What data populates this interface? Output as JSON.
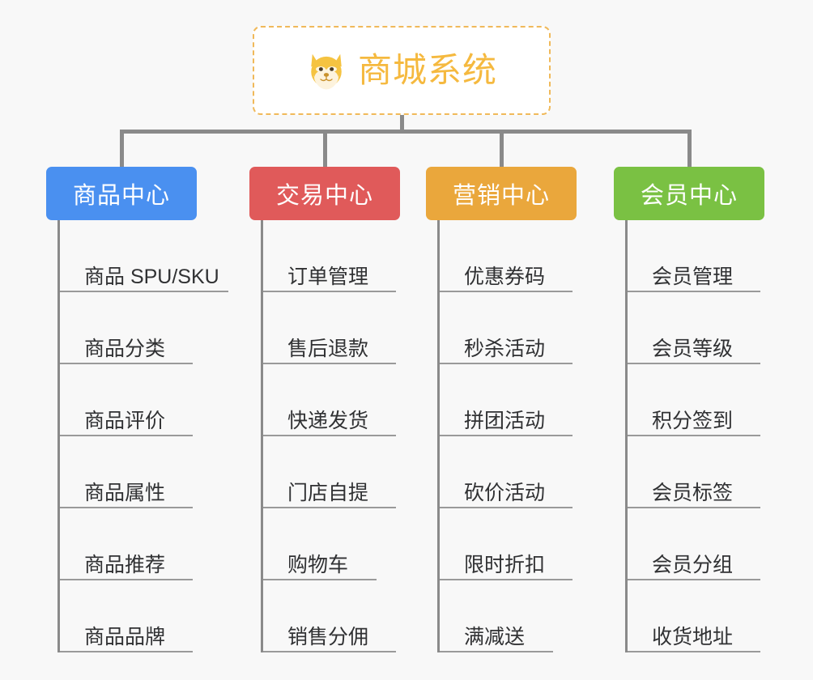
{
  "canvas": {
    "background": "#f8f8f8",
    "connector_color": "#8a8a8a",
    "leaf_text_color": "#303133",
    "leaf_rule_color": "#9a9a9a"
  },
  "root": {
    "title": "商城系统",
    "icon": "shiba-dog-face-icon",
    "border_color": "#f0b95a",
    "text_color": "#f5b93f",
    "background": "#ffffff"
  },
  "columns": [
    {
      "id": "product-center",
      "label": "商品中心",
      "color": "#4a90f0",
      "items": [
        {
          "label": "商品 SPU/SKU",
          "underline_width": 208
        },
        {
          "label": "商品分类",
          "underline_width": 164
        },
        {
          "label": "商品评价",
          "underline_width": 164
        },
        {
          "label": "商品属性",
          "underline_width": 164
        },
        {
          "label": "商品推荐",
          "underline_width": 164
        },
        {
          "label": "商品品牌",
          "underline_width": 164
        }
      ]
    },
    {
      "id": "trade-center",
      "label": "交易中心",
      "color": "#e05a5a",
      "items": [
        {
          "label": "订单管理",
          "underline_width": 164
        },
        {
          "label": "售后退款",
          "underline_width": 164
        },
        {
          "label": "快递发货",
          "underline_width": 164
        },
        {
          "label": "门店自提",
          "underline_width": 164
        },
        {
          "label": "购物车",
          "underline_width": 140
        },
        {
          "label": "销售分佣",
          "underline_width": 164
        }
      ]
    },
    {
      "id": "marketing-center",
      "label": "营销中心",
      "color": "#eaa73c",
      "items": [
        {
          "label": "优惠券码",
          "underline_width": 164
        },
        {
          "label": "秒杀活动",
          "underline_width": 164
        },
        {
          "label": "拼团活动",
          "underline_width": 164
        },
        {
          "label": "砍价活动",
          "underline_width": 164
        },
        {
          "label": "限时折扣",
          "underline_width": 164
        },
        {
          "label": "满减送",
          "underline_width": 140
        }
      ]
    },
    {
      "id": "member-center",
      "label": "会员中心",
      "color": "#7ac143",
      "items": [
        {
          "label": "会员管理",
          "underline_width": 164
        },
        {
          "label": "会员等级",
          "underline_width": 164
        },
        {
          "label": "积分签到",
          "underline_width": 164
        },
        {
          "label": "会员标签",
          "underline_width": 164
        },
        {
          "label": "会员分组",
          "underline_width": 164
        },
        {
          "label": "收货地址",
          "underline_width": 164
        }
      ]
    }
  ]
}
